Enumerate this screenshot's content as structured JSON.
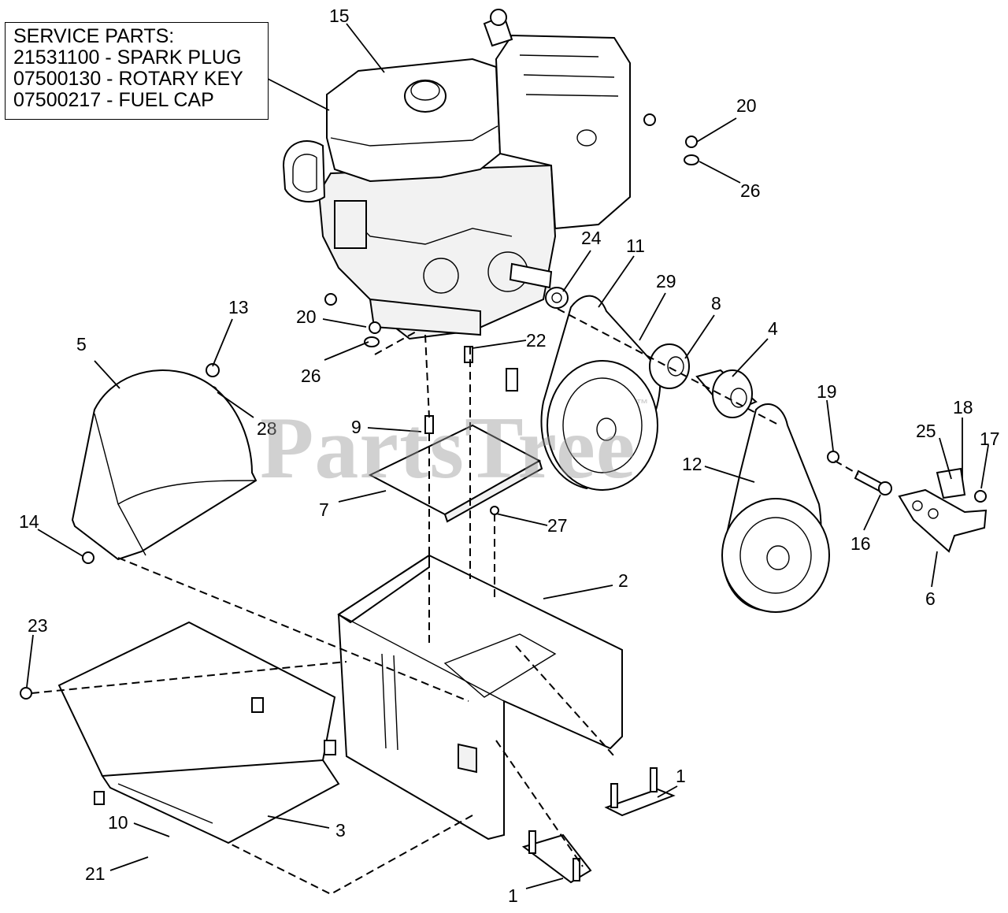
{
  "service_parts": {
    "heading": "SERVICE PARTS:",
    "items": [
      "21531100 - SPARK PLUG",
      "07500130 - ROTARY KEY",
      "07500217 - FUEL CAP"
    ]
  },
  "watermark": {
    "text": "PartsTree",
    "mark": "™"
  },
  "callouts": {
    "c15": "15",
    "c20a": "20",
    "c26a": "26",
    "c24": "24",
    "c11": "11",
    "c29": "29",
    "c8": "8",
    "c4": "4",
    "c13": "13",
    "c20b": "20",
    "c5": "5",
    "c22": "22",
    "c26b": "26",
    "c28": "28",
    "c9": "9",
    "c19": "19",
    "c18": "18",
    "c25": "25",
    "c17": "17",
    "c12": "12",
    "c7": "7",
    "c27": "27",
    "c14": "14",
    "c16": "16",
    "c2": "2",
    "c6": "6",
    "c23": "23",
    "c1a": "1",
    "c3": "3",
    "c10": "10",
    "c21": "21",
    "c1b": "1"
  }
}
